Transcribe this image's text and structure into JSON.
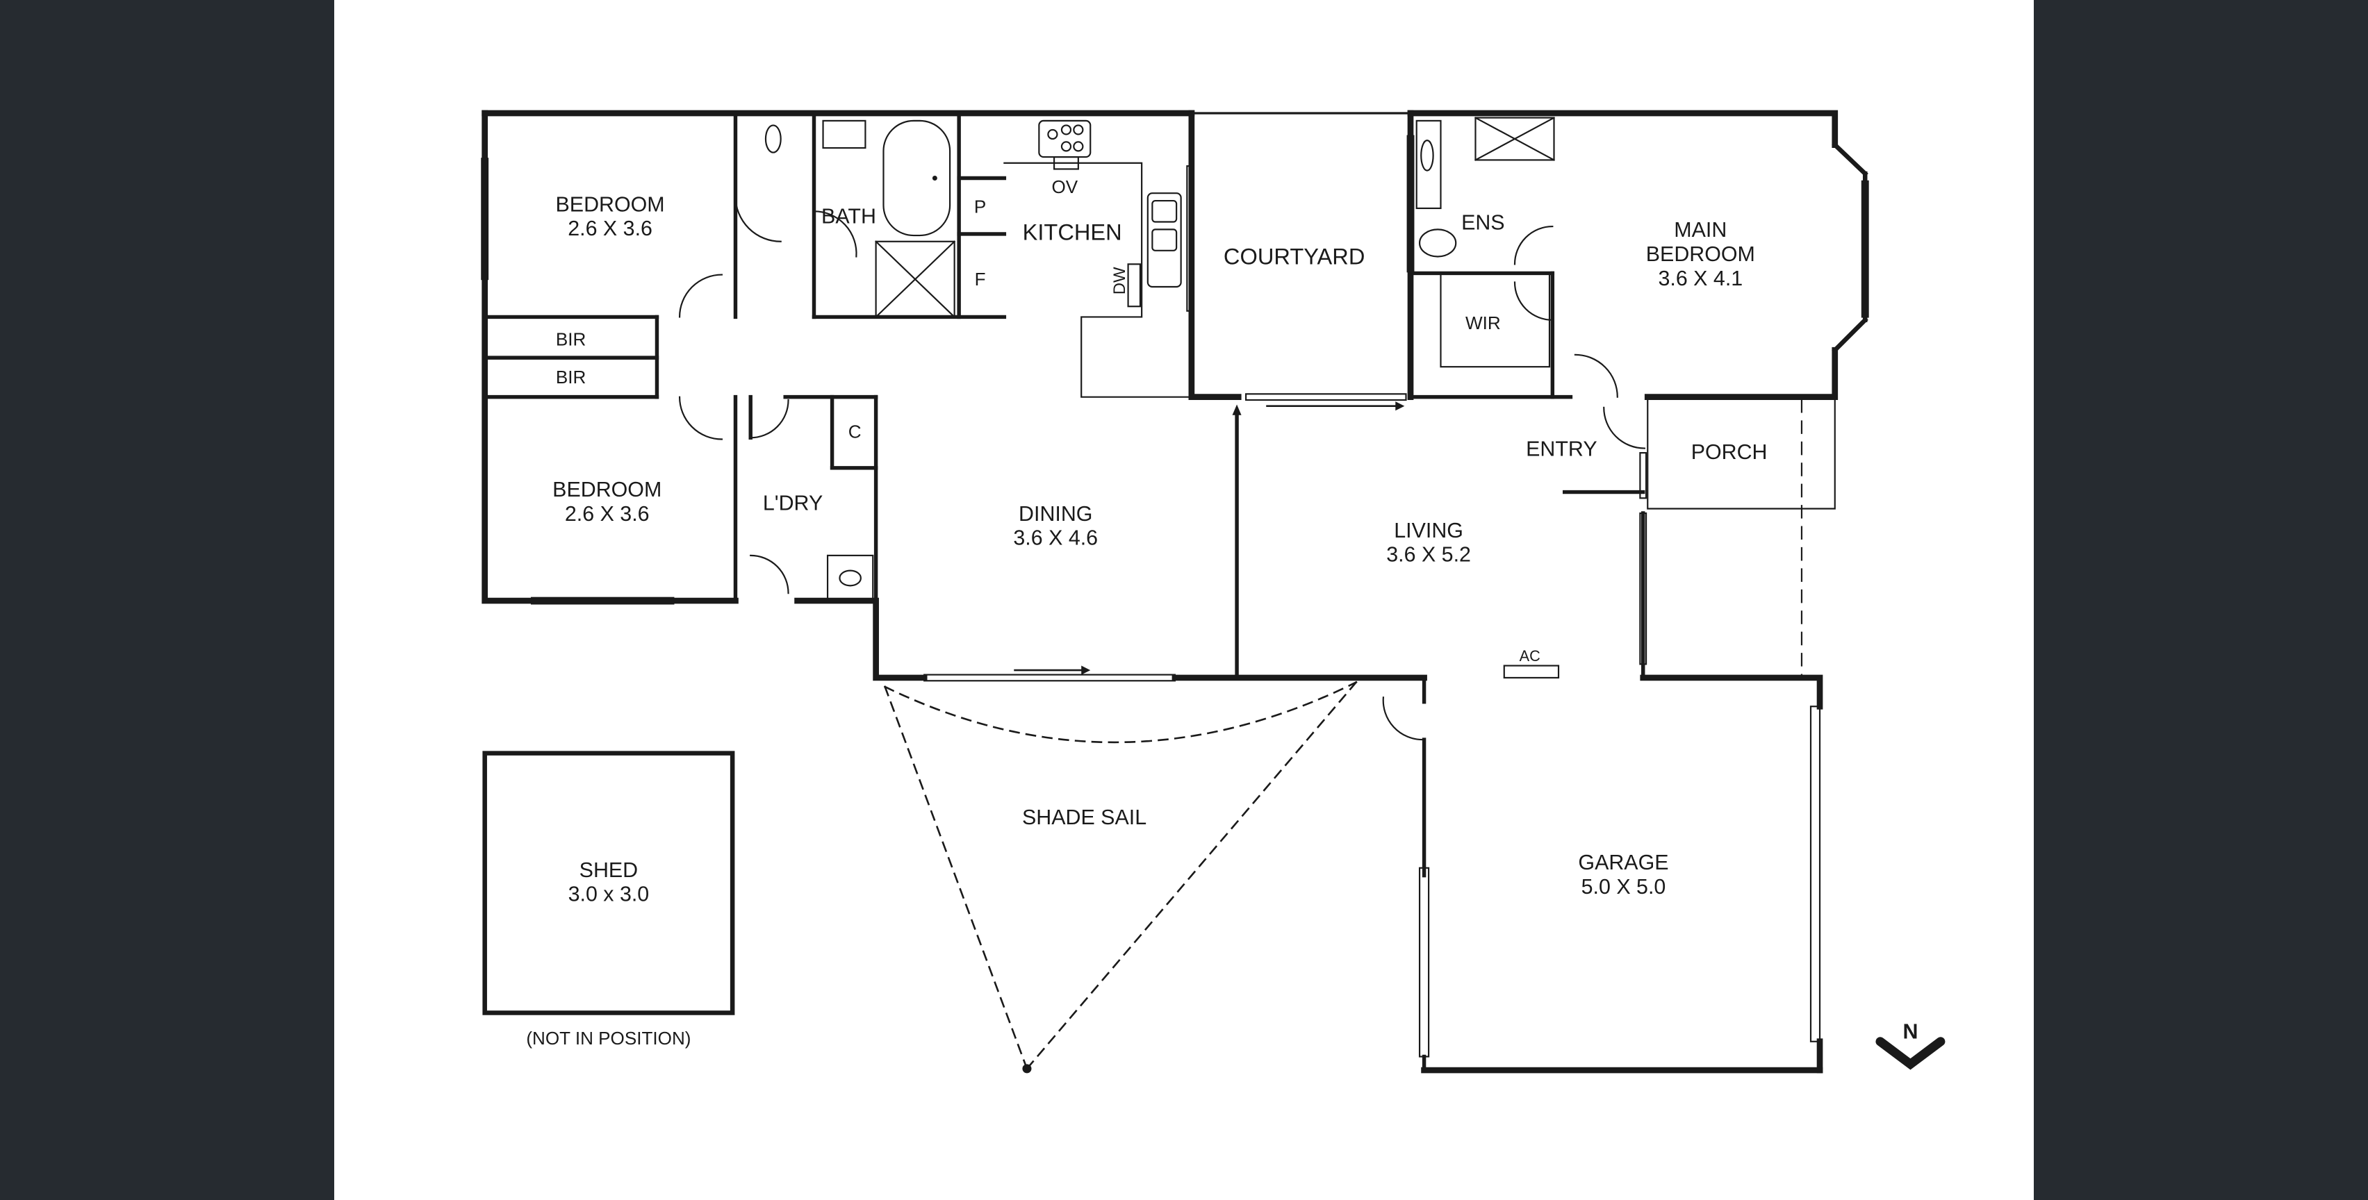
{
  "colors": {
    "background": "#262b30",
    "sheet": "#ffffff",
    "ink": "#1a1a1a"
  },
  "rooms": {
    "bedroom1": {
      "name": "BEDROOM",
      "size": "2.6 X 3.6"
    },
    "bir1": {
      "name": "BIR"
    },
    "bir2": {
      "name": "BIR"
    },
    "bedroom2": {
      "name": "BEDROOM",
      "size": "2.6 X 3.6"
    },
    "bath": {
      "name": "BATH"
    },
    "pantry": {
      "name": "P"
    },
    "fridge": {
      "name": "F"
    },
    "kitchen": {
      "name": "KITCHEN"
    },
    "oven": {
      "name": "OV"
    },
    "dishwasher": {
      "name": "DW"
    },
    "courtyard": {
      "name": "COURTYARD"
    },
    "ensuite": {
      "name": "ENS"
    },
    "wir": {
      "name": "WIR"
    },
    "main_bedroom": {
      "name_line1": "MAIN",
      "name_line2": "BEDROOM",
      "size": "3.6 X 4.1"
    },
    "laundry": {
      "name": "L'DRY"
    },
    "cupboard": {
      "name": "C"
    },
    "dining": {
      "name": "DINING",
      "size": "3.6 X 4.6"
    },
    "entry": {
      "name": "ENTRY"
    },
    "porch": {
      "name": "PORCH"
    },
    "living": {
      "name": "LIVING",
      "size": "3.6 X 5.2"
    },
    "ac": {
      "name": "AC"
    },
    "shade_sail": {
      "name": "SHADE SAIL"
    },
    "shed": {
      "name": "SHED",
      "size": "3.0 x 3.0",
      "note": "(NOT IN POSITION)"
    },
    "garage": {
      "name": "GARAGE",
      "size": "5.0 X 5.0"
    }
  },
  "compass": {
    "label": "N"
  }
}
